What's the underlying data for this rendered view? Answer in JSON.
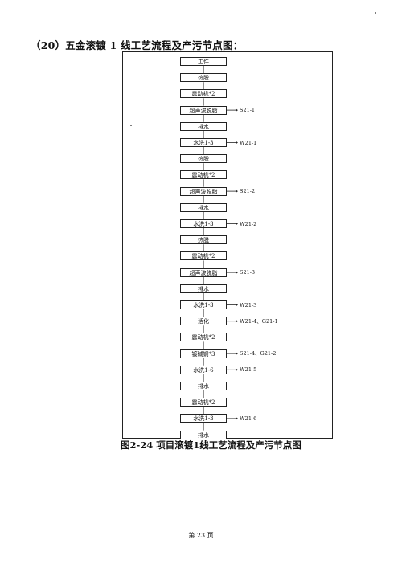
{
  "heading": "（20）五金滚镀 1 线工艺流程及产污节点图：",
  "flow": {
    "steps": [
      {
        "label": "工件",
        "output": ""
      },
      {
        "label": "热脱",
        "output": ""
      },
      {
        "label": "震动机*2",
        "output": ""
      },
      {
        "label": "超声波脱脂",
        "output": "S21-1"
      },
      {
        "label": "排水",
        "output": ""
      },
      {
        "label": "水洗1-3",
        "output": "W21-1"
      },
      {
        "label": "热脱",
        "output": ""
      },
      {
        "label": "震动机*2",
        "output": ""
      },
      {
        "label": "超声波脱脂",
        "output": "S21-2"
      },
      {
        "label": "排水",
        "output": ""
      },
      {
        "label": "水洗1-3",
        "output": "W21-2"
      },
      {
        "label": "热脱",
        "output": ""
      },
      {
        "label": "震动机*2",
        "output": ""
      },
      {
        "label": "超声波脱脂",
        "output": "S21-3"
      },
      {
        "label": "排水",
        "output": ""
      },
      {
        "label": "水洗1-3",
        "output": "W21-3"
      },
      {
        "label": "活化",
        "output": "W21-4、G21-1"
      },
      {
        "label": "震动机*2",
        "output": ""
      },
      {
        "label": "镀碱铜*3",
        "output": "S21-4、G21-2"
      },
      {
        "label": "水洗1-6",
        "output": "W21-5"
      },
      {
        "label": "排水",
        "output": ""
      },
      {
        "label": "震动机*2",
        "output": ""
      },
      {
        "label": "水洗1-3",
        "output": "W21-6"
      },
      {
        "label": "排水",
        "output": ""
      }
    ]
  },
  "caption": "图2-24 项目滚镀1线工艺流程及产污节点图",
  "page_number": "第 23 页"
}
